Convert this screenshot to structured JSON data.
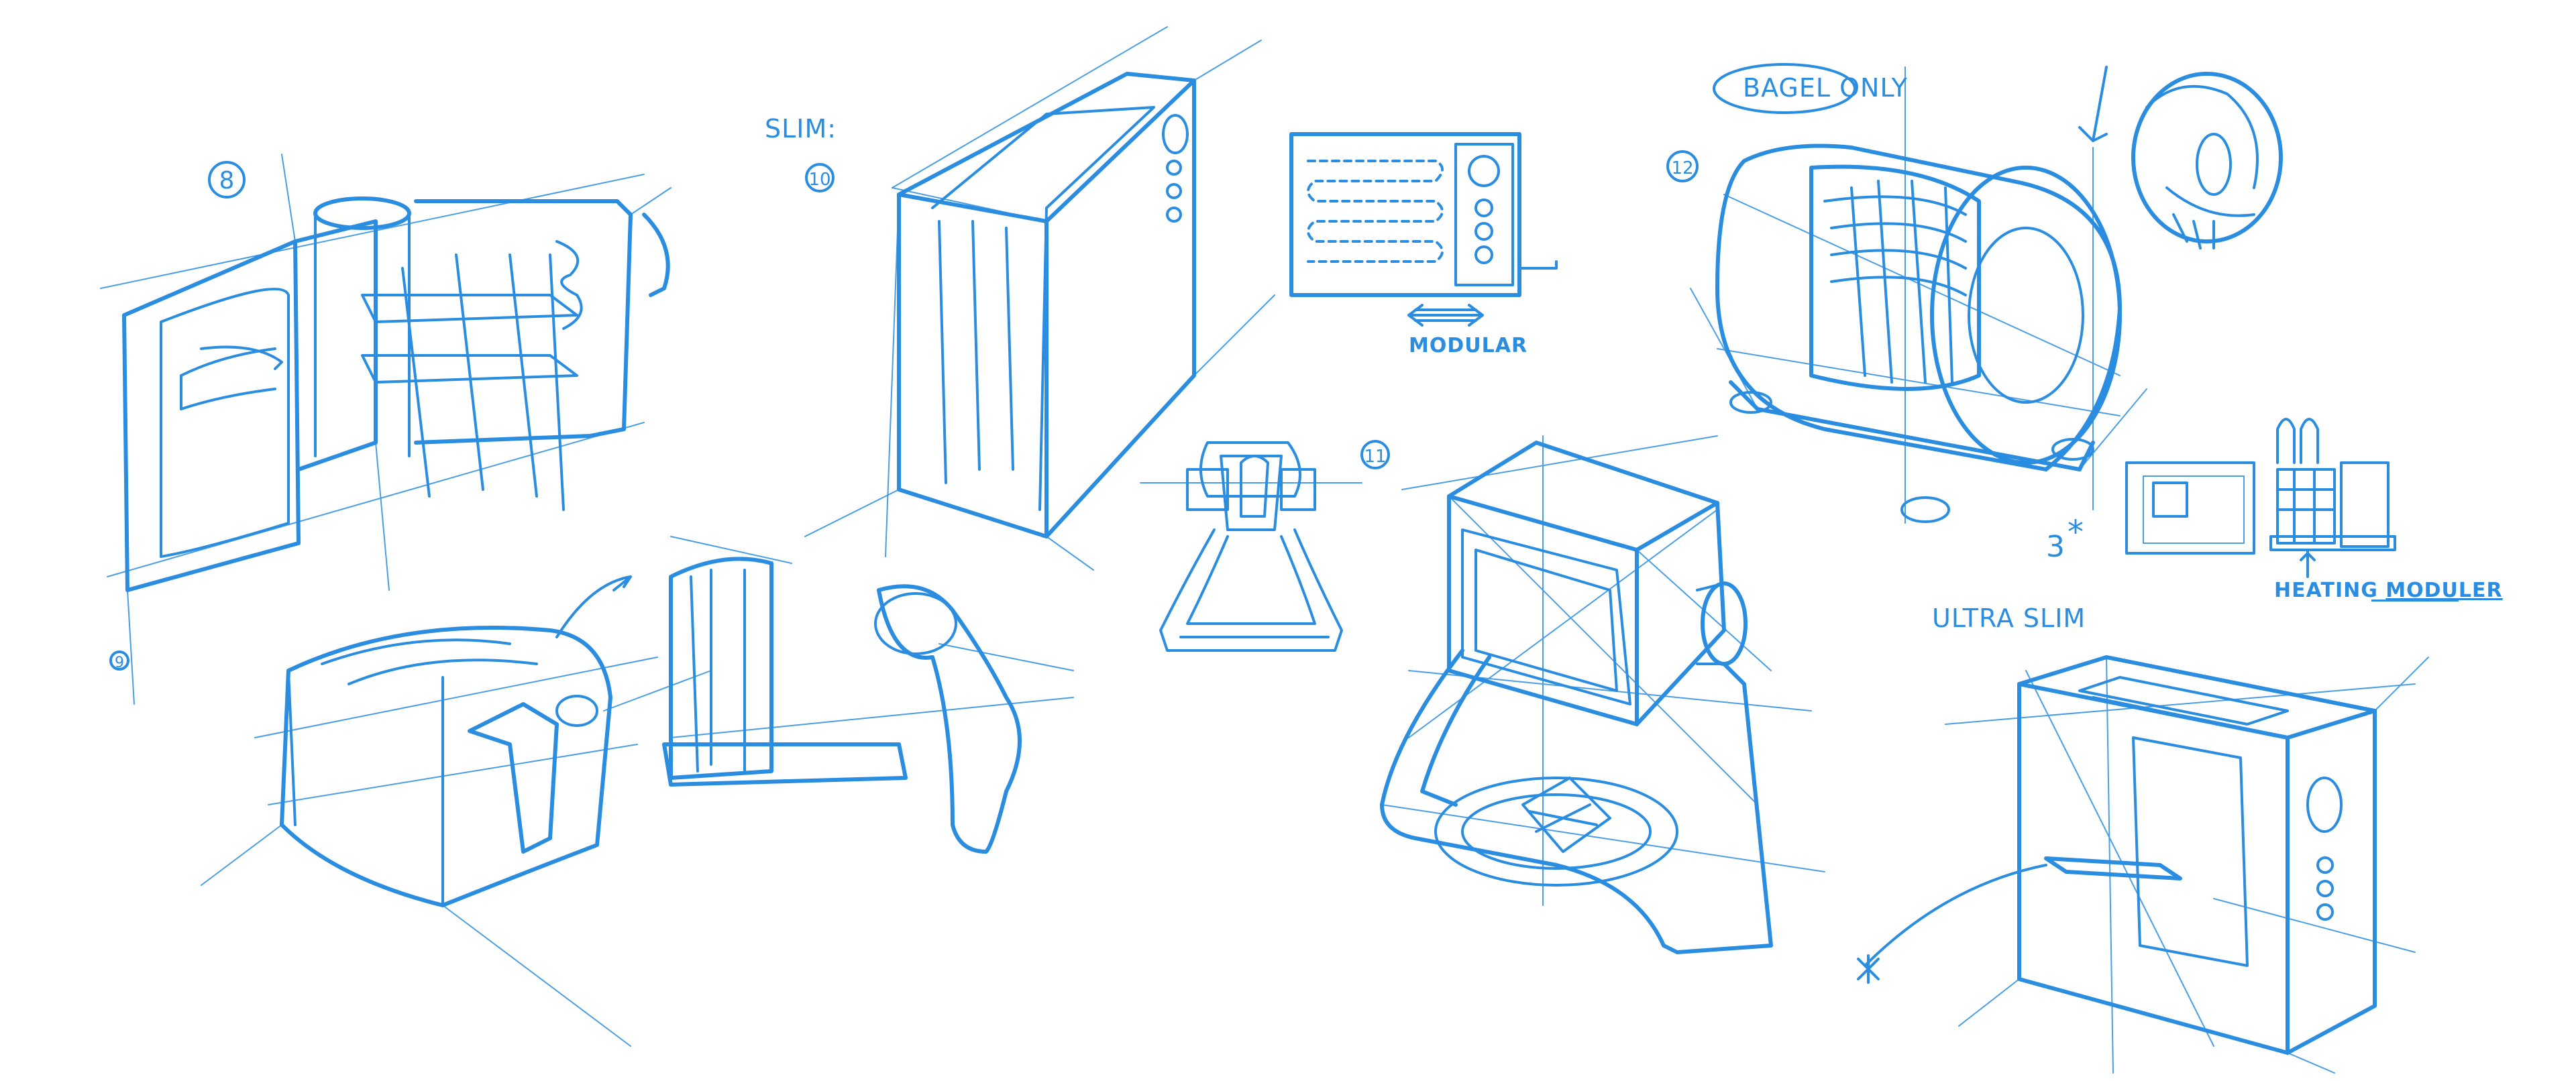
{
  "ink_color": "#2a8de0",
  "labels": {
    "slim": "SLIM:",
    "ultra_slim": "ULTRA SLIM",
    "bagel_only": "BAGEL ONLY",
    "modular": "MODULAR",
    "heating_moduler_a": "HEATING ",
    "heating_moduler_b": "MODULER"
  },
  "concept_numbers": {
    "n8": "8",
    "n9": "9",
    "n10": "10",
    "n11": "11",
    "n12": "12",
    "n13": "3",
    "n13_mark": "*"
  }
}
